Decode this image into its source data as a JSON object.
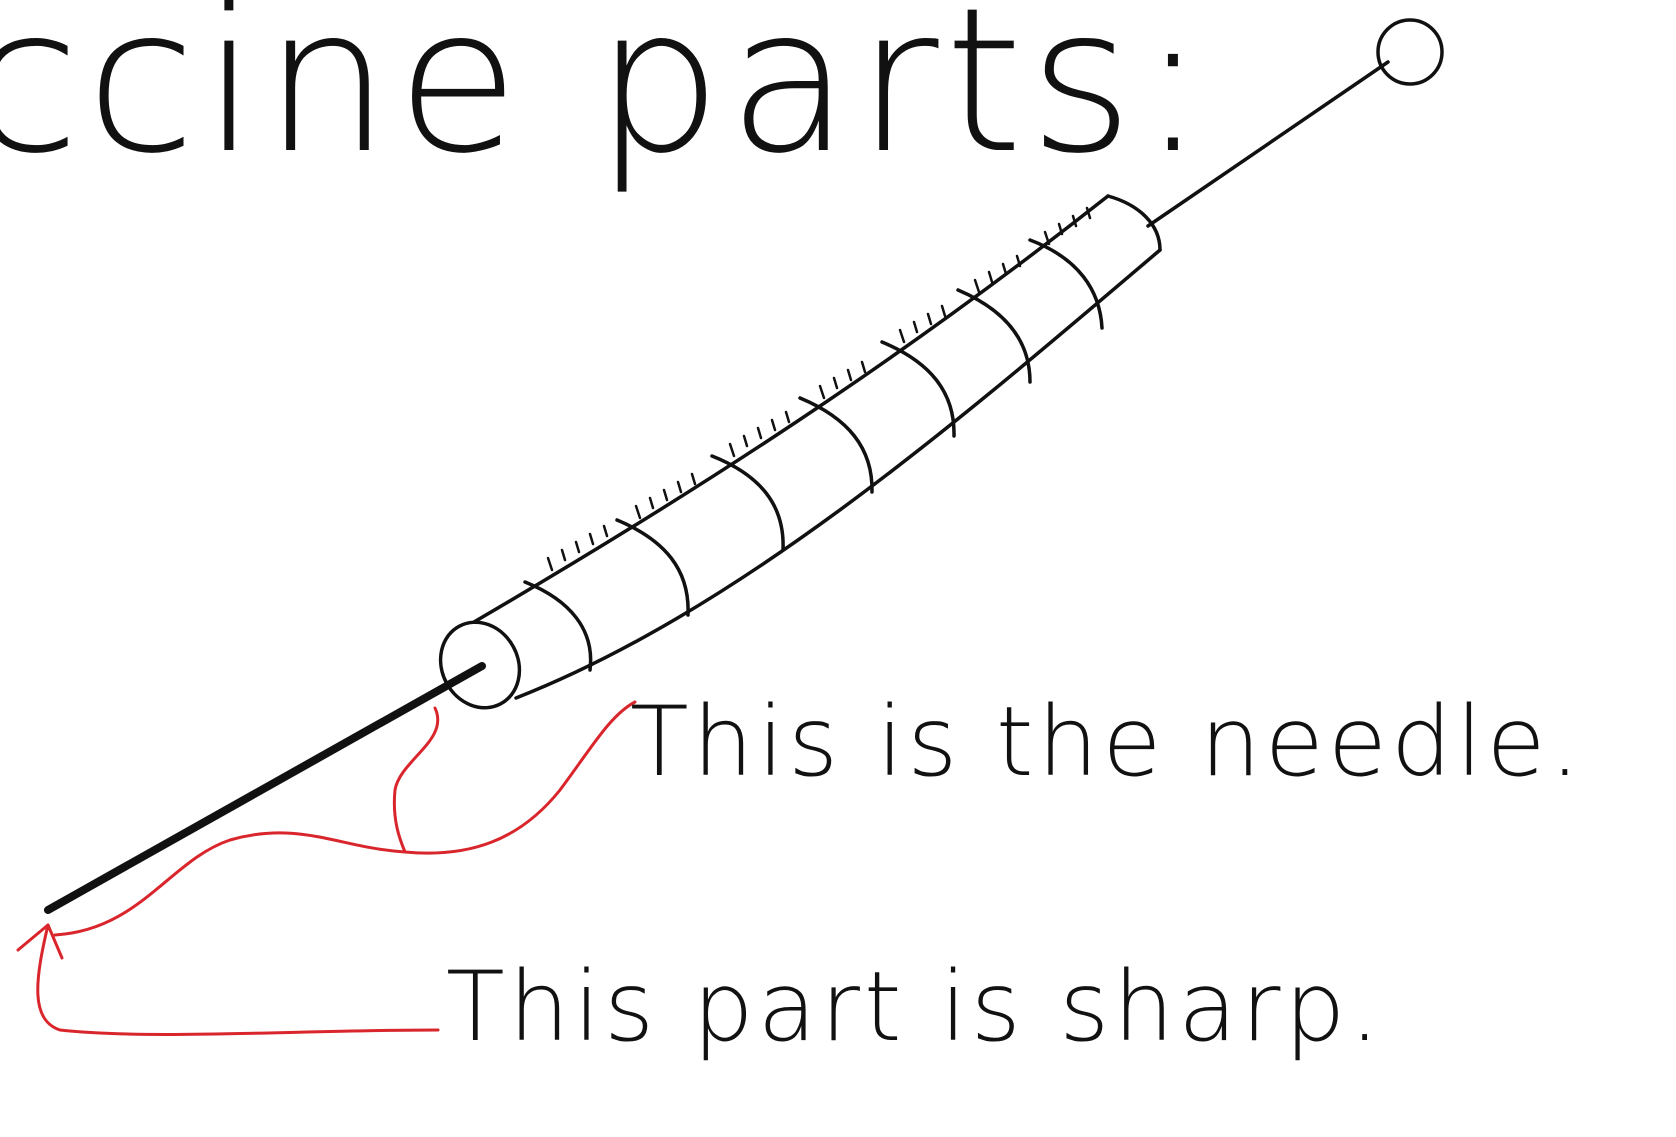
{
  "title": "ccine parts:",
  "labels": {
    "needle": "This is the needle.",
    "sharp": "This part is sharp."
  },
  "colors": {
    "ink": "#111111",
    "annotation": "#d9262c",
    "background": "#ffffff"
  }
}
